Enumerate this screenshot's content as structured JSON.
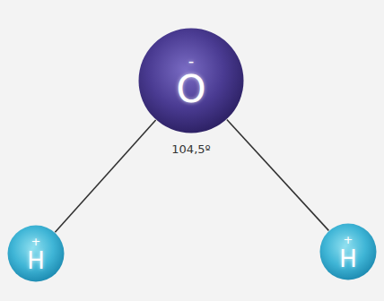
{
  "diagram": {
    "nodes": [
      {
        "text": [
          "-",
          "O"
        ]
      },
      {
        "text": [
          "+",
          "H"
        ]
      },
      {
        "text": [
          "+",
          "H"
        ]
      }
    ],
    "edges": [
      {
        "from": 0,
        "to": 1,
        "arrow": "none"
      },
      {
        "from": 0,
        "to": 2,
        "arrow": "none"
      }
    ],
    "labels": [
      "104,5º"
    ]
  }
}
